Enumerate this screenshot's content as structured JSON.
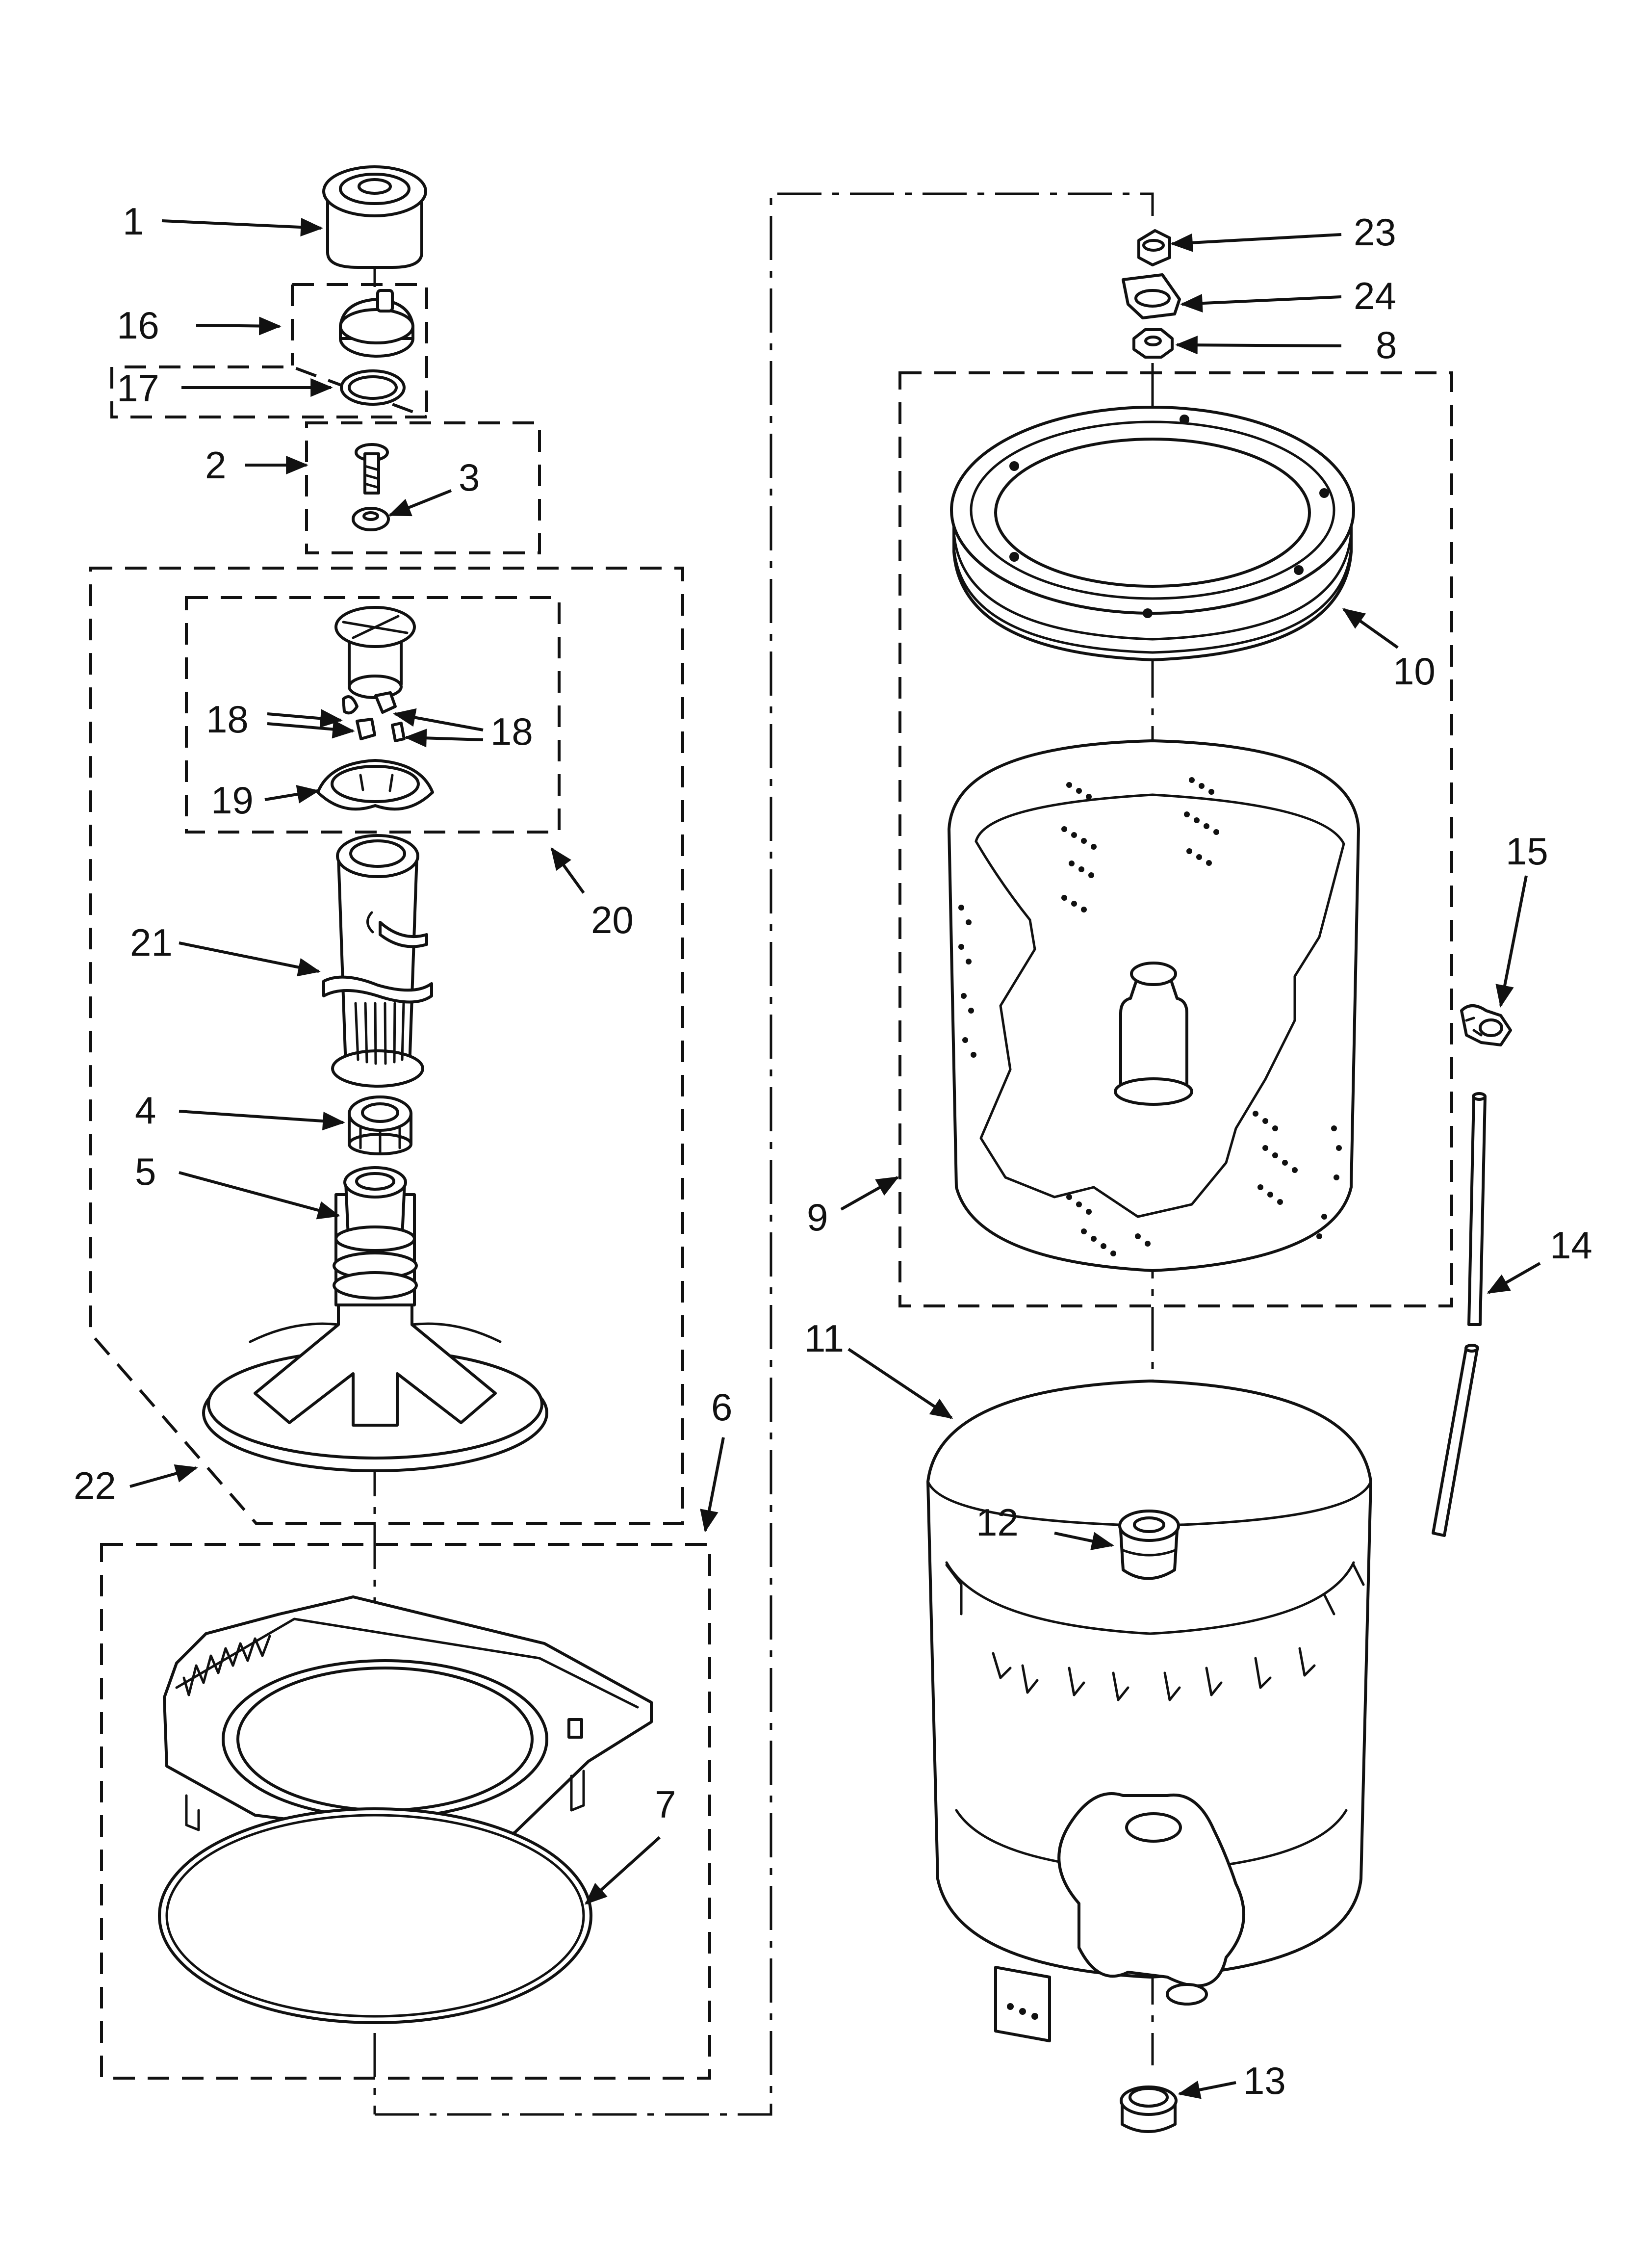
{
  "callouts": {
    "p1": "1",
    "p2": "2",
    "p3": "3",
    "p4": "4",
    "p5": "5",
    "p6": "6",
    "p7": "7",
    "p8": "8",
    "p9": "9",
    "p10": "10",
    "p11": "11",
    "p12": "12",
    "p13": "13",
    "p14": "14",
    "p15": "15",
    "p16": "16",
    "p17": "17",
    "p18a": "18",
    "p18b": "18",
    "p19": "19",
    "p20": "20",
    "p21": "21",
    "p22": "22",
    "p23": "23",
    "p24": "24"
  }
}
